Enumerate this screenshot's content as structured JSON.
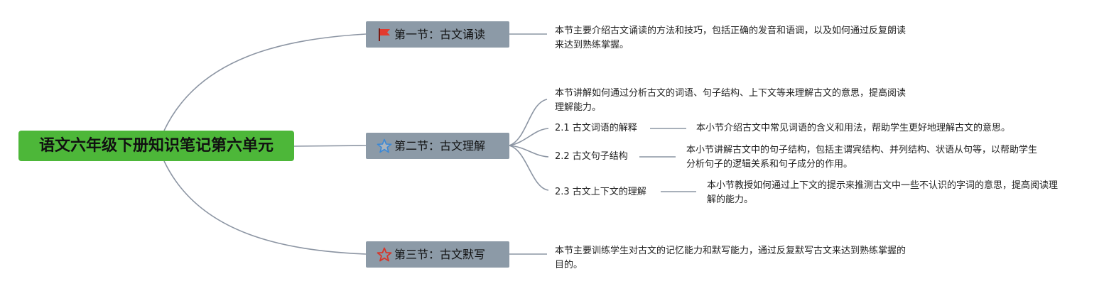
{
  "root": {
    "title": "语文六年级下册知识笔记第六单元",
    "color": "#4db739"
  },
  "colors": {
    "section_fill": "#8c9aa7",
    "connector": "#8c95a3",
    "flag_icon": "#e23a2e",
    "outline_star_blue": "#3a88d6",
    "outline_star_red": "#d6362a"
  },
  "sections": [
    {
      "icon": "red-flag-icon",
      "label": "第一节：古文诵读",
      "note": "本节主要介绍古文诵读的方法和技巧，包括正确的发音和语调，以及如何通过反复朗读来达到熟练掌握。"
    },
    {
      "icon": "blue-outline-star-icon",
      "label": "第二节：古文理解",
      "note": "本节讲解如何通过分析古文的词语、句子结构、上下文等来理解古文的意思，提高阅读理解能力。",
      "subtopics": [
        {
          "label": "2.1 古文词语的解释",
          "note": "本小节介绍古文中常见词语的含义和用法，帮助学生更好地理解古文的意思。"
        },
        {
          "label": "2.2 古文句子结构",
          "note": "本小节讲解古文中的句子结构，包括主谓宾结构、并列结构、状语从句等，以帮助学生分析句子的逻辑关系和句子成分的作用。"
        },
        {
          "label": "2.3 古文上下文的理解",
          "note": "本小节教授如何通过上下文的提示来推测古文中一些不认识的字词的意思，提高阅读理解的能力。"
        }
      ]
    },
    {
      "icon": "red-outline-star-icon",
      "label": "第三节：古文默写",
      "note": "本节主要训练学生对古文的记忆能力和默写能力，通过反复默写古文来达到熟练掌握的目的。"
    }
  ]
}
